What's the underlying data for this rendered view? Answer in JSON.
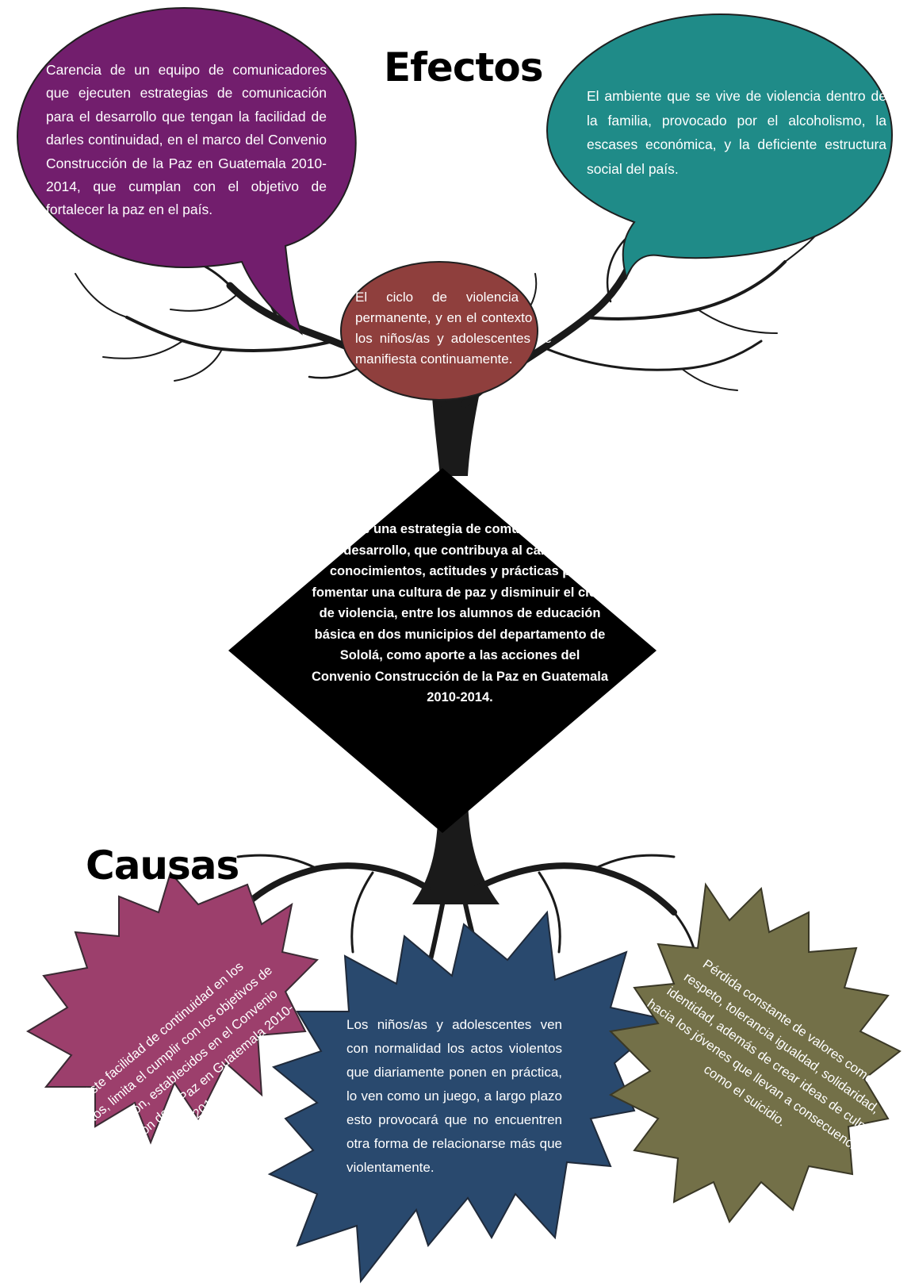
{
  "headings": {
    "effects": "Efectos",
    "causes": "Causas"
  },
  "colors": {
    "effect_left": "#721e6d",
    "effect_right": "#1f8b88",
    "effect_center": "#8f3f3d",
    "problem": "#000000",
    "cause_left": "#9c3f6c",
    "cause_center": "#29496e",
    "cause_right": "#737048",
    "tree": "#1a1a1a"
  },
  "effects": {
    "left": "Carencia de  un equipo de comunicadores que ejecuten estrategias de comunicación para el desarrollo que tengan la facilidad de darles continuidad, en el marco del Convenio Construcción de la Paz en Guatemala 2010-2014, que cumplan con el objetivo de fortalecer la paz en  el país.",
    "right": "El ambiente que se vive de violencia dentro de la familia, provocado por el alcoholismo, la escases económica, y la deficiente estructura social del país.",
    "center": "El ciclo de violencia es permanente, y en el contexto de los niños/as y adolescentes se manifiesta continuamente."
  },
  "problem": {
    "text": "•Falta de una estrategia de comunicación para el desarrollo, que contribuya al cambio de conocimientos, actitudes y prácticas para fomentar una cultura de paz y disminuir el ciclo de violencia, entre los alumnos de educación básica en dos municipios del departamento de Sololá, como aporte a las acciones del Convenio Construcción de la Paz en Guatemala 2010-2014."
  },
  "causes": {
    "left": "No existe facilidad de continuidad en los proyectos, limita el cumplir con los objetivos de comunicación, establecidos en el Convenio Construcción de la Paz en Guatemala 2010-2014.",
    "center": "Los niños/as y adolescentes ven con normalidad los actos violentos que diariamente ponen en práctica, lo ven como un juego, a largo plazo esto provocará que no encuentren otra forma de relacionarse más que violentamente.",
    "right": "Pérdida constante de valores como el respeto, tolerancia igualdad, solidaridad, identidad, además de crear ideas de culpa hacia los jóvenes que llevan a consecuencias como el suicidio."
  }
}
